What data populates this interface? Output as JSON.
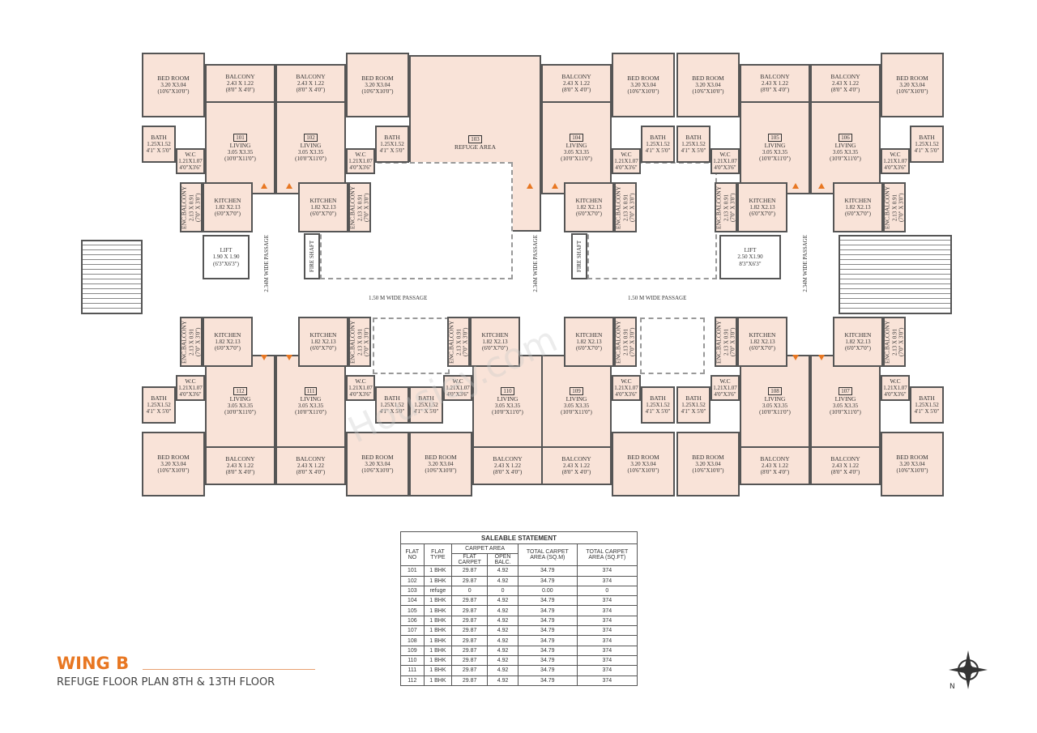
{
  "title": {
    "wing": "WING B",
    "subtitle": "REFUGE FLOOR PLAN 8TH & 13TH FLOOR"
  },
  "colors": {
    "accent": "#e87722",
    "room_fill": "#f9e3d8",
    "wall": "#555555"
  },
  "watermark": "Housiey.com",
  "rooms": {
    "bedroom": {
      "name": "BED ROOM",
      "size_m": "3.20 X3.04",
      "size_ft": "(10'6\"X10'0\")"
    },
    "balcony": {
      "name": "BALCONY",
      "size_m": "2.43 X 1.22",
      "size_ft": "(8'0\" X 4'0\")"
    },
    "living": {
      "name": "LIVING",
      "size_m": "3.05 X3.35",
      "size_ft": "(10'0\"X11'0\")"
    },
    "bath": {
      "name": "BATH",
      "size_m": "1.25X1.52",
      "size_ft": "4'1\" X 5'0\""
    },
    "wc": {
      "name": "W.C",
      "size_m": "1.21X1.07",
      "size_ft": "4'0\"X3'6\""
    },
    "kitchen": {
      "name": "KITCHEN",
      "size_m": "1.82 X2.13",
      "size_ft": "(6'0\"X7'0\")"
    },
    "enc_balcony": {
      "name": "ENC.BALCONY",
      "size_m": "2.13 X 0.91",
      "size_ft": "(7'0\" X 3'0\")"
    }
  },
  "flats": [
    "101",
    "102",
    "104",
    "105",
    "106",
    "112",
    "111",
    "110",
    "109",
    "108",
    "107"
  ],
  "refuge": {
    "number": "103",
    "name": "REFUGE AREA"
  },
  "lifts": [
    {
      "name": "LIFT",
      "size_m": "1.90 X 1.90",
      "size_ft": "(6'3\"X6'3\")"
    },
    {
      "name": "LIFT",
      "size_m": "2.50 X1.90",
      "size_ft": "8'3\"X6'3\""
    }
  ],
  "fire_shaft": "FIRE SHAFT",
  "passages": {
    "vertical": "2.34M WIDE PASSAGE",
    "horizontal": "1.50 M WIDE PASSAGE"
  },
  "table": {
    "title": "SALEABLE STATEMENT",
    "headers": {
      "flat_no": "FLAT NO",
      "flat_type": "FLAT TYPE",
      "carpet_area": "CARPET AREA",
      "flat_carpet": "FLAT CARPET",
      "open_balc": "OPEN BALC.",
      "total_sqm": "TOTAL CARPET AREA (SQ.M)",
      "total_sqft": "TOTAL CARPET AREA (SQ.FT)"
    },
    "rows": [
      [
        "101",
        "1 BHK",
        "29.87",
        "4.92",
        "34.79",
        "374"
      ],
      [
        "102",
        "1 BHK",
        "29.87",
        "4.92",
        "34.79",
        "374"
      ],
      [
        "103",
        "refuge",
        "0",
        "0",
        "0.00",
        "0"
      ],
      [
        "104",
        "1 BHK",
        "29.87",
        "4.92",
        "34.79",
        "374"
      ],
      [
        "105",
        "1 BHK",
        "29.87",
        "4.92",
        "34.79",
        "374"
      ],
      [
        "106",
        "1 BHK",
        "29.87",
        "4.92",
        "34.79",
        "374"
      ],
      [
        "107",
        "1 BHK",
        "29.87",
        "4.92",
        "34.79",
        "374"
      ],
      [
        "108",
        "1 BHK",
        "29.87",
        "4.92",
        "34.79",
        "374"
      ],
      [
        "109",
        "1 BHK",
        "29.87",
        "4.92",
        "34.79",
        "374"
      ],
      [
        "110",
        "1 BHK",
        "29.87",
        "4.92",
        "34.79",
        "374"
      ],
      [
        "111",
        "1 BHK",
        "29.87",
        "4.92",
        "34.79",
        "374"
      ],
      [
        "112",
        "1 BHK",
        "29.87",
        "4.92",
        "34.79",
        "374"
      ]
    ]
  },
  "compass": {
    "north_label": "N"
  }
}
